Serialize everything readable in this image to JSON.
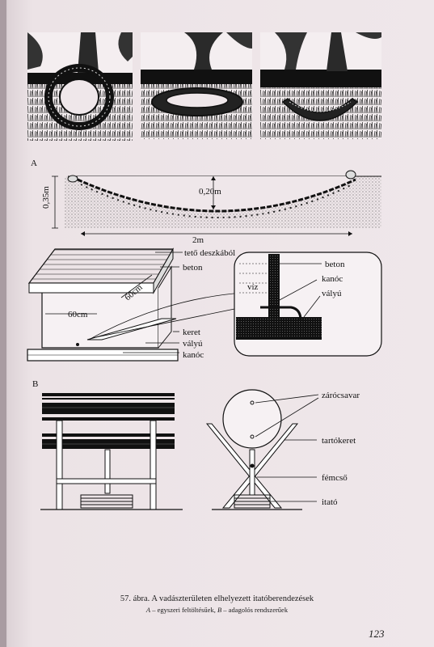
{
  "section_labels": {
    "a": "A",
    "b": "B"
  },
  "diagram_a": {
    "depth_label": "0,35m",
    "dip_label": "0,20m",
    "width_label": "2m"
  },
  "box_diagram": {
    "roof_label": "tető deszkából",
    "concrete_label": "beton",
    "dim1": "60cm",
    "dim2": "60cm",
    "frame_label": "keret",
    "trough_label": "vályú",
    "wick_label": "kanóc"
  },
  "detail_diagram": {
    "concrete_label": "beton",
    "water_label": "víz",
    "wick_label": "kanóc",
    "trough_label": "vályú"
  },
  "barrel_diagram": {
    "cap_label": "zárócsavar",
    "frame_label": "tartókeret",
    "pipe_label": "fémcső",
    "drinker_label": "itató"
  },
  "caption": {
    "main": "57. ábra. A vadászterületen elhelyezett itatóberendezések",
    "sub_a_letter": "A",
    "sub_a_text": " – egyszeri feltöltésűek, ",
    "sub_b_letter": "B",
    "sub_b_text": " – adagolós rendszerűek"
  },
  "page_number": "123"
}
